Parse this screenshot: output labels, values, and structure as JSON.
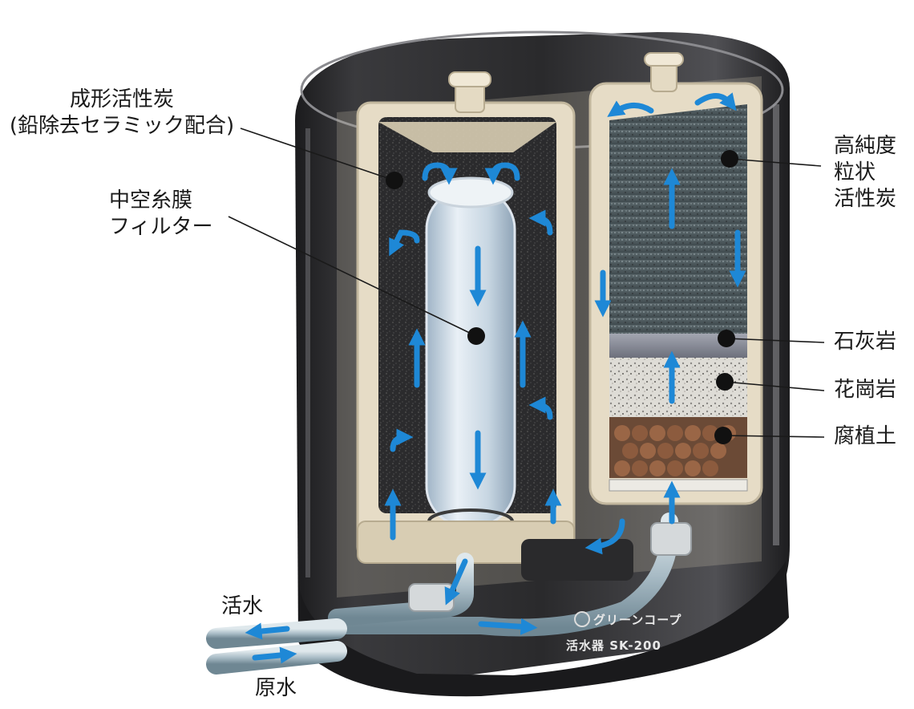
{
  "labels": {
    "molded_carbon_line1": "成形活性炭",
    "molded_carbon_line2": "(鉛除去セラミック配合)",
    "hollow_fiber_line1": "中空糸膜",
    "hollow_fiber_line2": "フィルター",
    "high_purity_line1": "高純度",
    "high_purity_line2": "粒状",
    "high_purity_line3": "活性炭",
    "limestone": "石灰岩",
    "granite": "花崗岩",
    "humus": "腐植土",
    "treated_water": "活水",
    "raw_water": "原水"
  },
  "product": {
    "brand": "グリーンコープ",
    "model": "活水器 SK-200"
  },
  "colors": {
    "arrow_blue": "#1e88d6",
    "housing_dark": "#2b2b2d",
    "frame_beige": "#e6dcc6",
    "carbon_dark": "#2a2a2c",
    "granular_carbon": "#4f5a5e",
    "limestone": "#8b8e98",
    "granite": "#dcdad4",
    "humus_balls": "#8a5a3c"
  },
  "icons": {
    "callout_dot": "black-dot-icon",
    "flow_arrow": "blue-arrow-icon",
    "brand_logo": "cooperative-logo-icon"
  }
}
